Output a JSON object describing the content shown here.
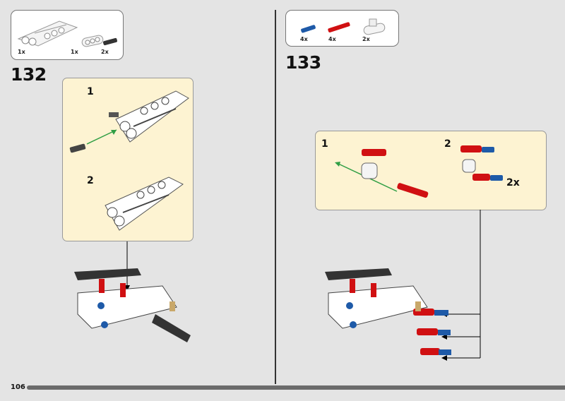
{
  "page_number": "106",
  "steps": [
    {
      "number": "132",
      "parts": [
        {
          "qty": "1x"
        },
        {
          "qty": "1x"
        },
        {
          "qty": "2x"
        }
      ],
      "substeps": [
        {
          "number": "1"
        },
        {
          "number": "2"
        }
      ]
    },
    {
      "number": "133",
      "parts": [
        {
          "qty": "4x"
        },
        {
          "qty": "4x"
        },
        {
          "qty": "2x"
        }
      ],
      "substeps": [
        {
          "number": "1"
        },
        {
          "number": "2",
          "multiplier": "2x"
        }
      ]
    }
  ],
  "colors": {
    "background": "#e4e4e4",
    "substep_bg": "#fdf3d2",
    "red": "#d01012",
    "blue": "#1e5aa8",
    "arrow_green": "#2f9e44"
  }
}
